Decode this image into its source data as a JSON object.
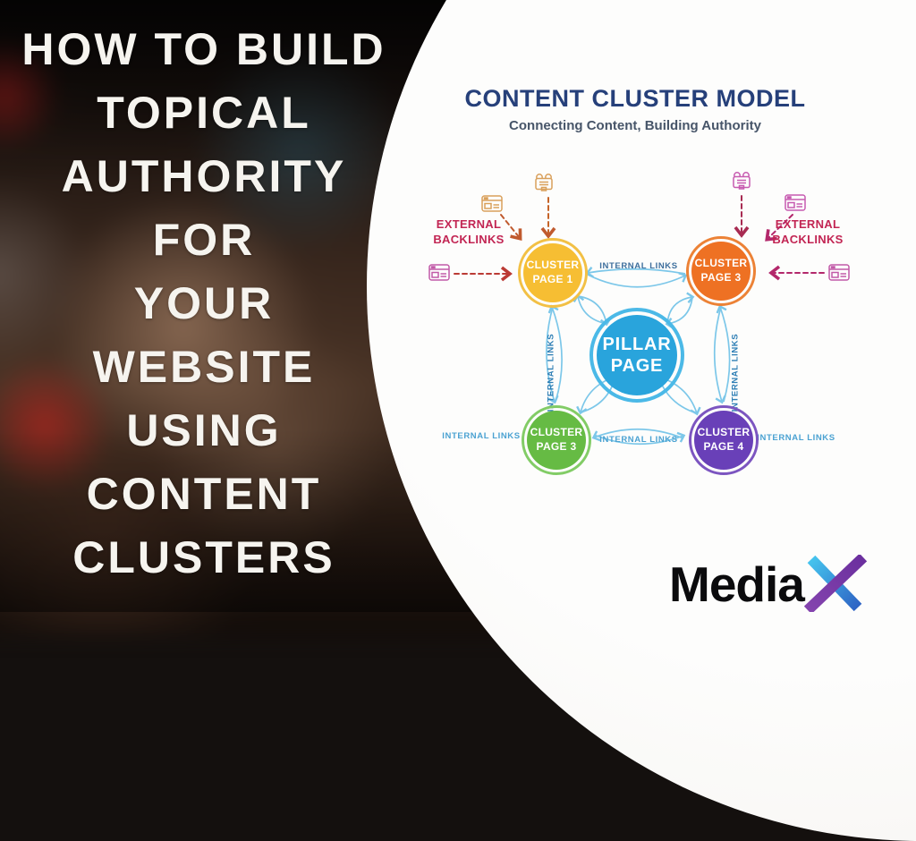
{
  "left_panel": {
    "title_lines": [
      "HOW TO BUILD",
      "TOPICAL",
      "AUTHORITY",
      "FOR",
      "YOUR",
      "WEBSITE",
      "USING",
      "CONTENT",
      "CLUSTERS"
    ]
  },
  "diagram": {
    "title": "CONTENT CLUSTER MODEL",
    "subtitle": "Connecting Content, Building Authority",
    "external_backlinks_left": "EXTERNAL BACKLINKS",
    "external_backlinks_right": "EXTERNAL BACKLINKS",
    "internal_links_top": "INTERNAL LINKS",
    "internal_links_left_vertical": "INTERNAL LINKS",
    "internal_links_right_vertical": "INTERNAL LINKS",
    "internal_links_bottom_left": "INTERNAL LINKS",
    "internal_links_bottom_center": "INTERNAL LINKS",
    "internal_links_bottom_right": "INTERNAL LINKS",
    "nodes": {
      "pillar": {
        "label": "PILLAR PAGE",
        "color": "#29a4dc"
      },
      "cluster_top_left": {
        "label": "CLUSTER PAGE 1",
        "color": "#f6be33"
      },
      "cluster_top_right": {
        "label": "CLUSTER PAGE 3",
        "color": "#ee7123"
      },
      "cluster_bottom_left": {
        "label": "CLUSTER PAGE 3",
        "color": "#66bb44"
      },
      "cluster_bottom_right": {
        "label": "CLUSTER PAGE 4",
        "color": "#6940b8"
      }
    },
    "icons": {
      "external_source": "browser-window-icon",
      "linked_pages": "linked-pages-icon"
    },
    "colors": {
      "title": "#26407a",
      "subtitle": "#475569",
      "external_label": "#c22553",
      "internal_label_dark": "#3e6f9d",
      "internal_label_light": "#4ba2d2",
      "internal_arrow": "#7cc7e9",
      "backlink_arrow_orange": "#c05a2e",
      "backlink_arrow_red": "#bb3a34",
      "backlink_arrow_pink": "#b3286b"
    }
  },
  "logo": {
    "wordmark": "Media",
    "x_mark": "X"
  }
}
